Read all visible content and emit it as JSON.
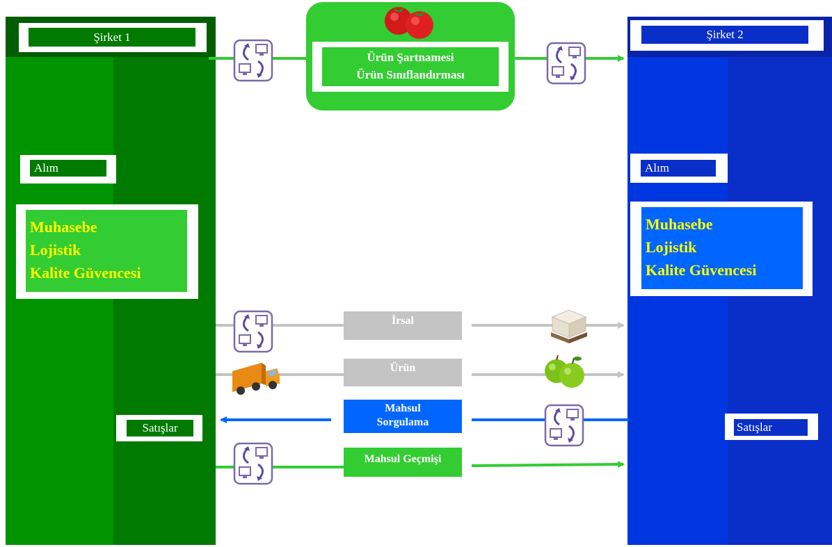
{
  "company_left": {
    "title": "Şirket 1",
    "purchase": "Alım",
    "departments": [
      "Muhasebe",
      "Lojistik",
      "Kalite Güvencesi"
    ],
    "sales": "Satışlar"
  },
  "company_right": {
    "title": "Şirket 2",
    "purchase": "Alım",
    "departments": [
      "Muhasebe",
      "Lojistik",
      "Kalite Güvencesi"
    ],
    "sales": "Satışlar"
  },
  "product_spec": {
    "line1": "Ürün Şartnamesi",
    "line2": "Ürün Sınıflandırması"
  },
  "flows": {
    "shipment": "İrsal",
    "product": "Ürün",
    "crop_query_line1": "Mahsul",
    "crop_query_line2": "Sorgulama",
    "crop_history": "Mahsul Geçmişi"
  },
  "colors": {
    "left_company": "#007a00",
    "right_company": "#0a2fc8",
    "flow_green": "#33cc33",
    "flow_gray": "#c4c4c4",
    "flow_blue": "#0066ff",
    "dept_text": "#ffff00"
  },
  "icons": [
    "data-exchange-icon",
    "tomato-icon",
    "pallet-box-icon",
    "truck-icon",
    "apple-icon"
  ]
}
